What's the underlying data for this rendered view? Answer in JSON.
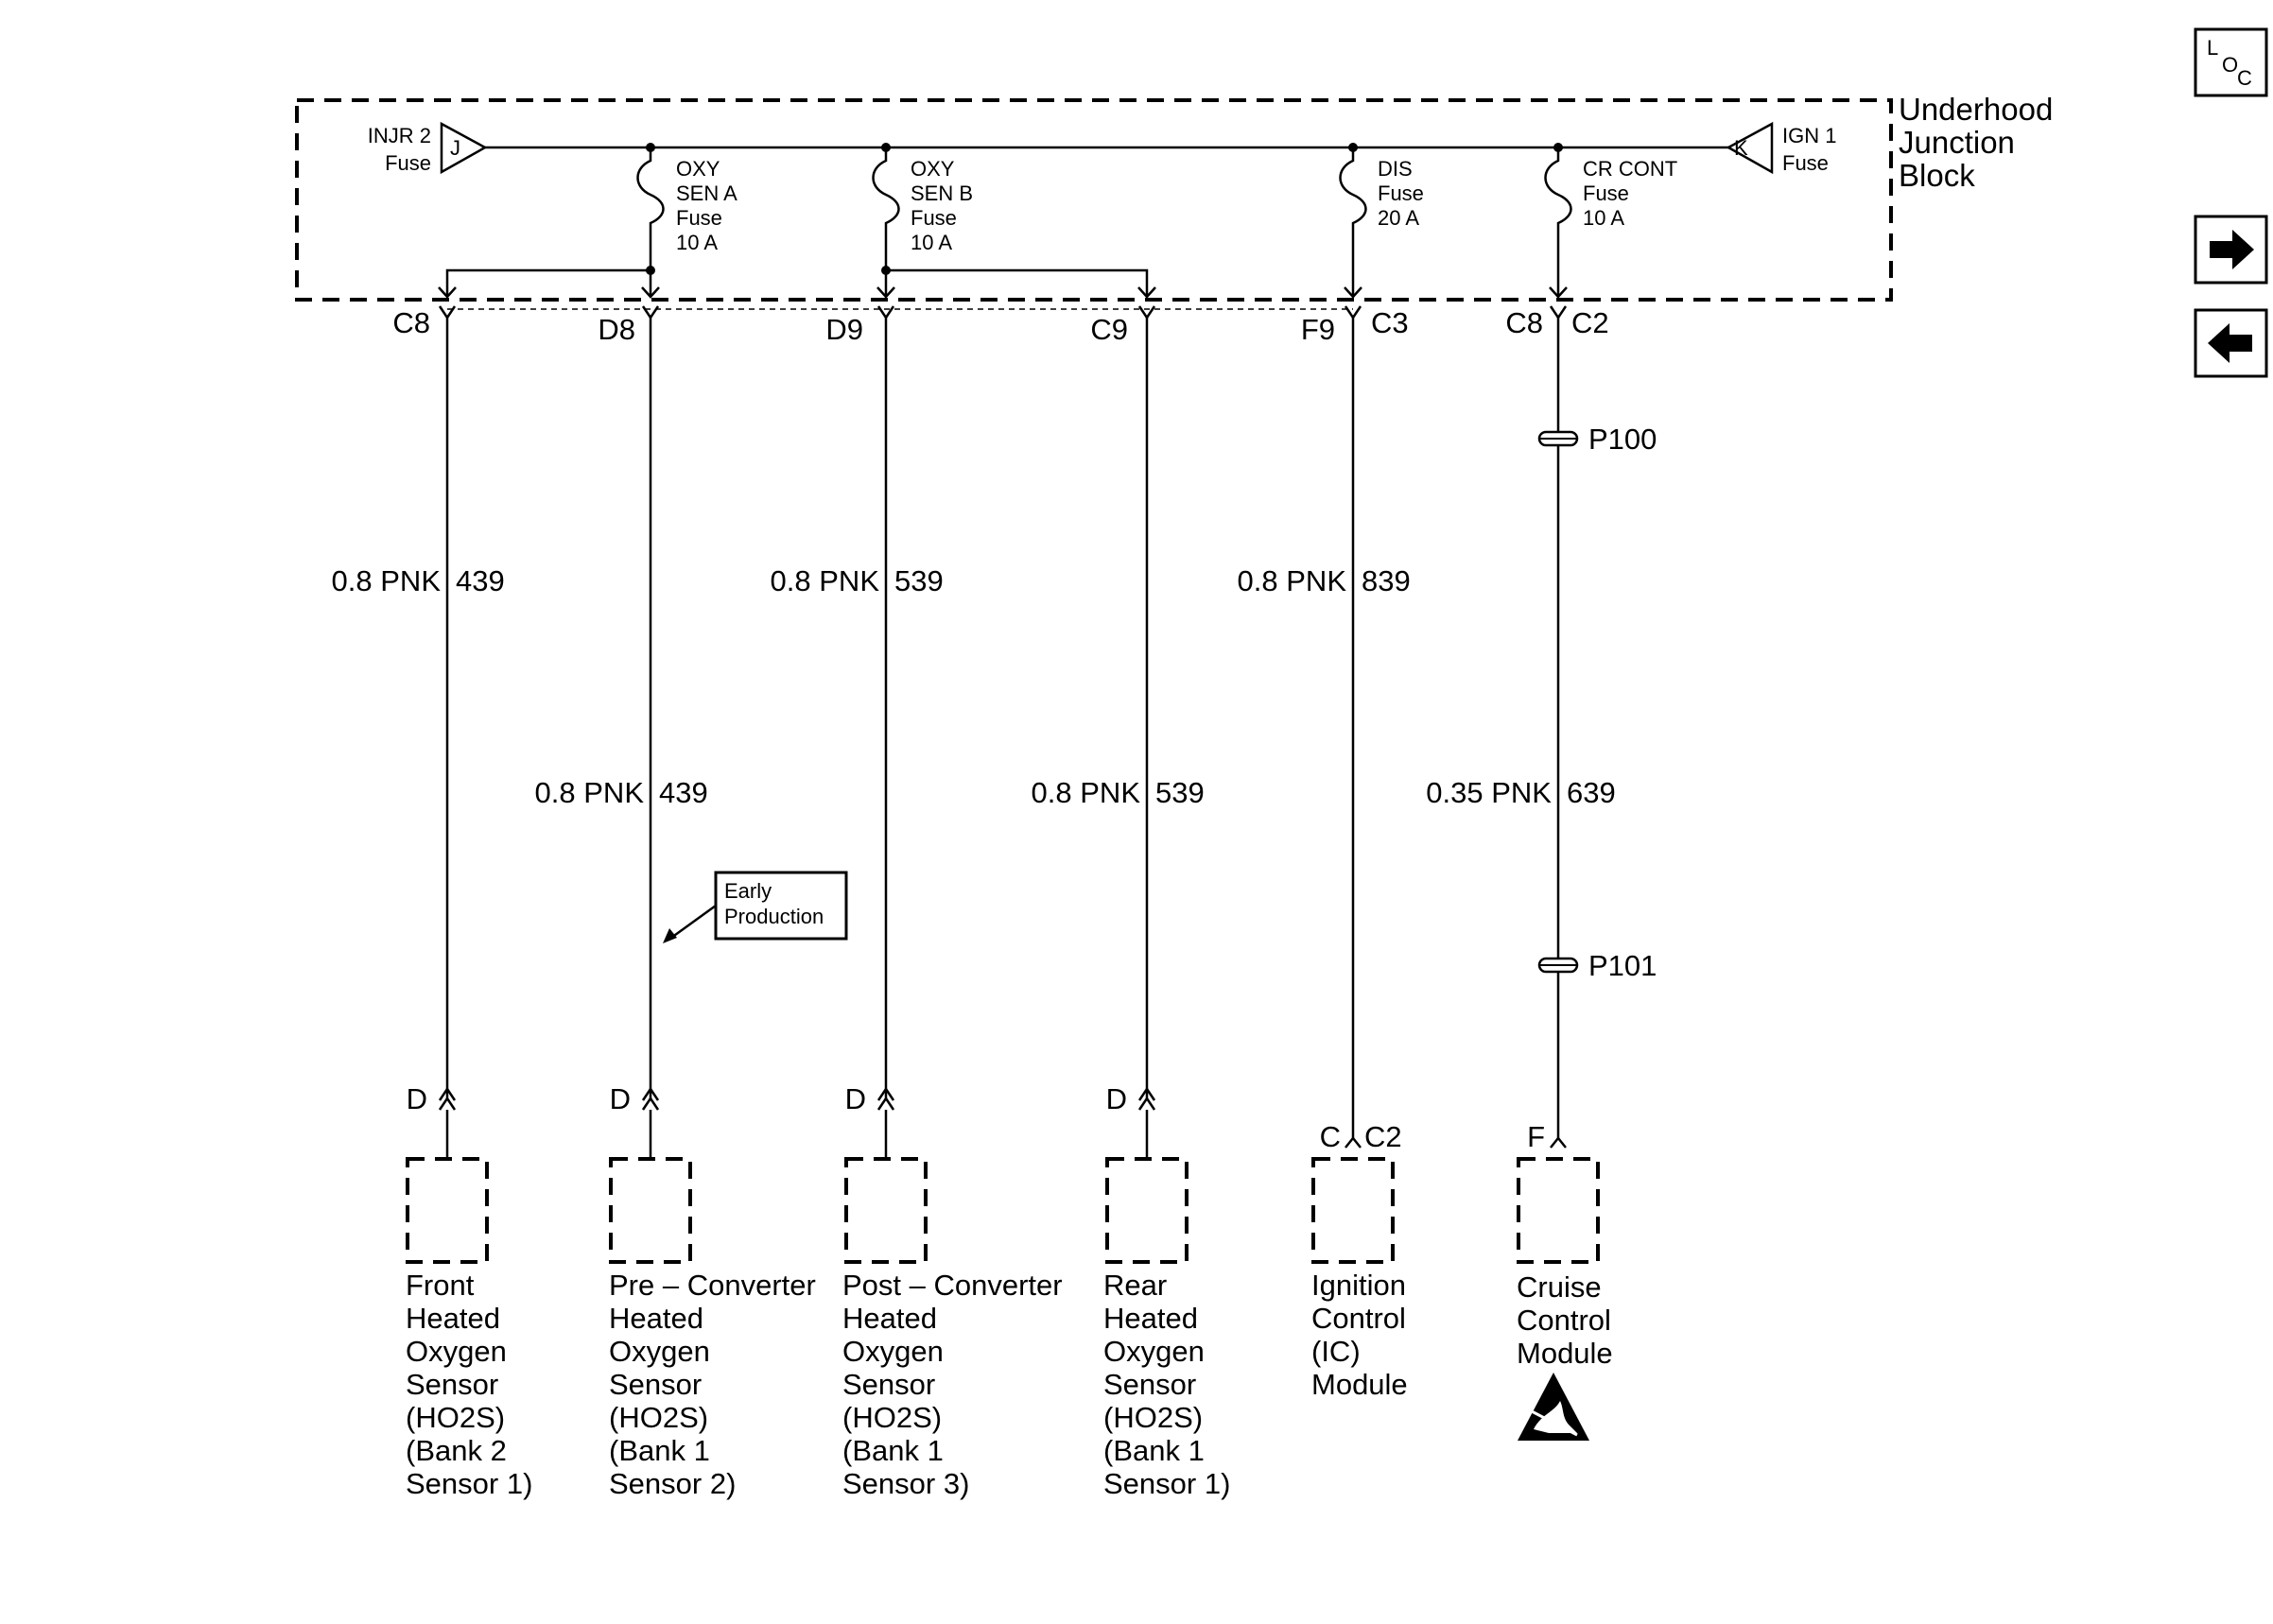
{
  "junction_block": {
    "label_lines": [
      "Underhood",
      "Junction",
      "Block"
    ],
    "inputs": [
      {
        "id": "J",
        "lines": [
          "INJR 2",
          "Fuse"
        ]
      },
      {
        "id": "K",
        "lines": [
          "IGN 1",
          "Fuse"
        ]
      }
    ],
    "fuses": [
      {
        "lines": [
          "OXY",
          "SEN A",
          "Fuse",
          "10 A"
        ]
      },
      {
        "lines": [
          "OXY",
          "SEN B",
          "Fuse",
          "10 A"
        ]
      },
      {
        "lines": [
          "DIS",
          "Fuse",
          "20 A"
        ]
      },
      {
        "lines": [
          "CR CONT",
          "Fuse",
          "10 A"
        ]
      }
    ]
  },
  "top_connectors": [
    "C8",
    "D8",
    "D9",
    "C9",
    "F9",
    "C3",
    "C8",
    "C2"
  ],
  "wire_labels": [
    {
      "gauge": "0.8 PNK",
      "circuit": "439"
    },
    {
      "gauge": "0.8 PNK",
      "circuit": "439"
    },
    {
      "gauge": "0.8 PNK",
      "circuit": "539"
    },
    {
      "gauge": "0.8 PNK",
      "circuit": "539"
    },
    {
      "gauge": "0.8 PNK",
      "circuit": "839"
    },
    {
      "gauge": "0.35 PNK",
      "circuit": "639"
    }
  ],
  "passthroughs": [
    "P100",
    "P101"
  ],
  "note": {
    "lines": [
      "Early",
      "Production"
    ]
  },
  "bottom_pins": [
    {
      "pin": "D"
    },
    {
      "pin": "D"
    },
    {
      "pin": "D"
    },
    {
      "pin": "D"
    },
    {
      "pin": "C",
      "connector": "C2"
    },
    {
      "pin": "F"
    }
  ],
  "components": [
    {
      "lines": [
        "Front",
        "Heated",
        "Oxygen",
        "Sensor",
        "(HO2S)",
        "(Bank 2",
        "Sensor 1)"
      ]
    },
    {
      "lines": [
        "Pre – Converter",
        "Heated",
        "Oxygen",
        "Sensor",
        "(HO2S)",
        "(Bank 1",
        "Sensor 2)"
      ]
    },
    {
      "lines": [
        "Post – Converter",
        "Heated",
        "Oxygen",
        "Sensor",
        "(HO2S)",
        "(Bank 1",
        "Sensor 3)"
      ]
    },
    {
      "lines": [
        "Rear",
        "Heated",
        "Oxygen",
        "Sensor",
        "(HO2S)",
        "(Bank 1",
        "Sensor 1)"
      ]
    },
    {
      "lines": [
        "Ignition",
        "Control",
        "(IC)",
        "Module"
      ]
    },
    {
      "lines": [
        "Cruise",
        "Control",
        "Module"
      ]
    }
  ],
  "nav": {
    "loc": {
      "l": "L",
      "o": "O",
      "c": "C"
    }
  },
  "icons": {
    "esd": "esd-warning-icon",
    "next": "arrow-right-icon",
    "prev": "arrow-left-icon"
  }
}
